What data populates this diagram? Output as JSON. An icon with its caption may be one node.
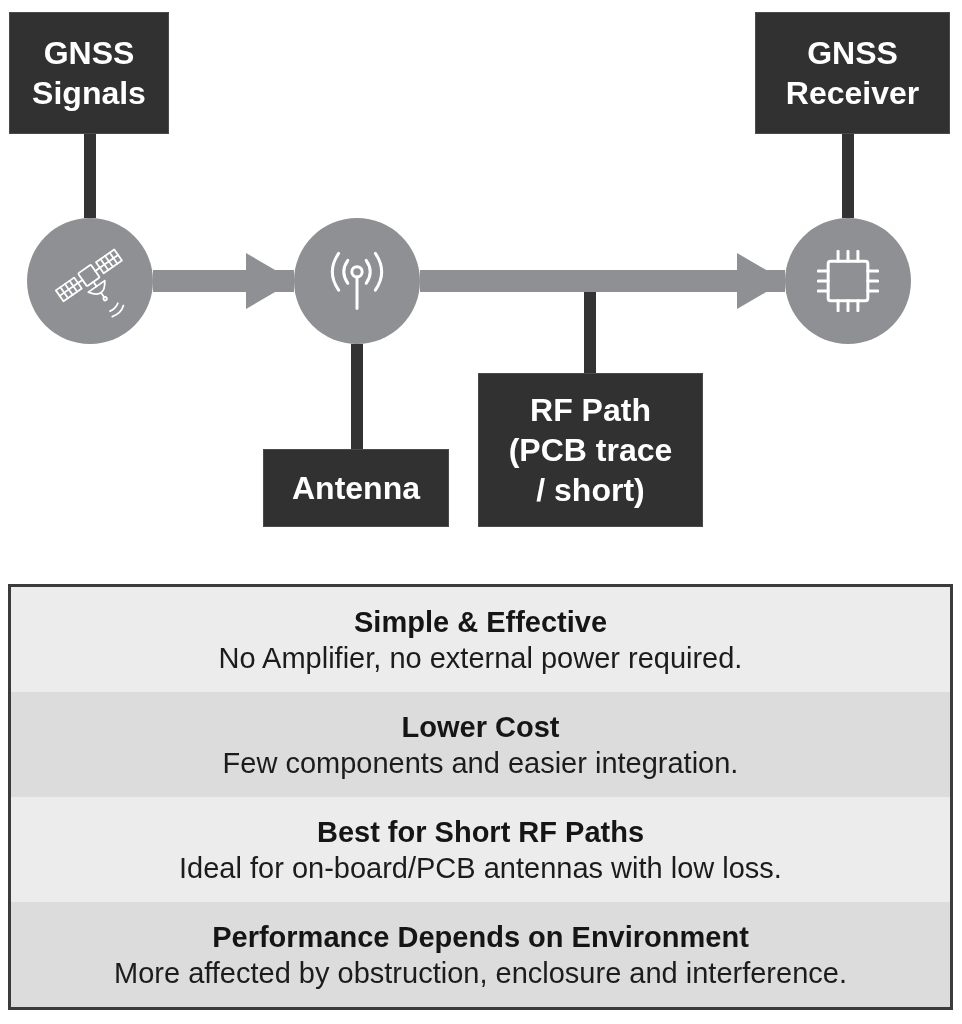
{
  "diagram": {
    "nodes": [
      {
        "text": [
          "GNSS Signals"
        ]
      },
      {
        "text": [],
        "shape": "circle"
      },
      {
        "text": [],
        "shape": "circle"
      },
      {
        "text": [],
        "shape": "circle"
      },
      {
        "text": [
          "GNSS Receiver"
        ]
      },
      {
        "text": [
          "Antenna"
        ]
      },
      {
        "text": [
          "RF Path (PCB trace / short)"
        ]
      },
      {
        "text": [],
        "shape": "box"
      },
      {
        "text": [
          "Simple & Effective",
          "No Amplifier, no external power required."
        ],
        "in": 7
      },
      {
        "text": [
          "Lower Cost",
          "Few components and easier integration."
        ],
        "in": 7
      },
      {
        "text": [
          "Best for Short RF Paths",
          "Ideal for on-board/PCB antennas with low loss."
        ],
        "in": 7
      },
      {
        "text": [
          "Performance Depends on Environment",
          "More affected by obstruction, enclosure and interference."
        ],
        "in": 7
      }
    ],
    "edges": [
      {
        "from": 0,
        "to": 1,
        "arrow": "none"
      },
      {
        "from": 1,
        "to": 2,
        "arrow": "to",
        "style": "thick",
        "color": "#8e9093"
      },
      {
        "from": 2,
        "to": 3,
        "arrow": "to",
        "style": "thick",
        "color": "#8e9093"
      },
      {
        "from": 4,
        "to": 3,
        "arrow": "none"
      },
      {
        "from": 5,
        "to": 2,
        "arrow": "none"
      },
      {
        "from": 6,
        "to": null,
        "arrow": "none"
      }
    ]
  }
}
